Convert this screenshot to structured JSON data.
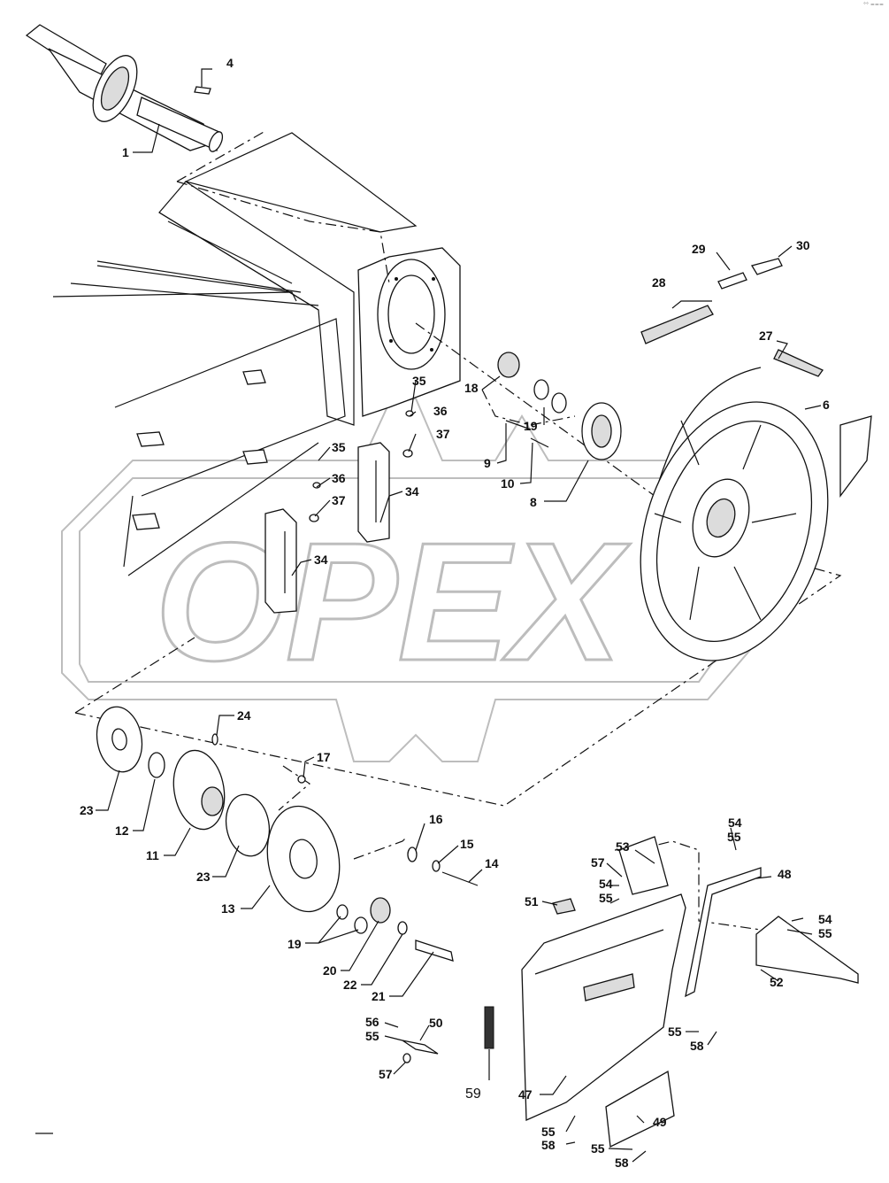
{
  "watermark": {
    "text": "OPEX"
  },
  "corner_mark": "°° ===",
  "callouts": [
    {
      "id": "c1",
      "label": "1"
    },
    {
      "id": "c4",
      "label": "4"
    },
    {
      "id": "c27",
      "label": "27"
    },
    {
      "id": "c28",
      "label": "28"
    },
    {
      "id": "c29",
      "label": "29"
    },
    {
      "id": "c30",
      "label": "30"
    },
    {
      "id": "c6",
      "label": "6"
    },
    {
      "id": "c18",
      "label": "18"
    },
    {
      "id": "c19a",
      "label": "19"
    },
    {
      "id": "c9",
      "label": "9"
    },
    {
      "id": "c10",
      "label": "10"
    },
    {
      "id": "c8",
      "label": "8"
    },
    {
      "id": "c35a",
      "label": "35"
    },
    {
      "id": "c36a",
      "label": "36"
    },
    {
      "id": "c37a",
      "label": "37"
    },
    {
      "id": "c35b",
      "label": "35"
    },
    {
      "id": "c36b",
      "label": "36"
    },
    {
      "id": "c37b",
      "label": "37"
    },
    {
      "id": "c34a",
      "label": "34"
    },
    {
      "id": "c34b",
      "label": "34"
    },
    {
      "id": "c24",
      "label": "24"
    },
    {
      "id": "c17",
      "label": "17"
    },
    {
      "id": "c23a",
      "label": "23"
    },
    {
      "id": "c12",
      "label": "12"
    },
    {
      "id": "c11",
      "label": "11"
    },
    {
      "id": "c23b",
      "label": "23"
    },
    {
      "id": "c13",
      "label": "13"
    },
    {
      "id": "c16",
      "label": "16"
    },
    {
      "id": "c15",
      "label": "15"
    },
    {
      "id": "c14",
      "label": "14"
    },
    {
      "id": "c19b",
      "label": "19"
    },
    {
      "id": "c20",
      "label": "20"
    },
    {
      "id": "c22",
      "label": "22"
    },
    {
      "id": "c21",
      "label": "21"
    },
    {
      "id": "c56",
      "label": "56"
    },
    {
      "id": "c55a",
      "label": "55"
    },
    {
      "id": "c50",
      "label": "50"
    },
    {
      "id": "c57a",
      "label": "57"
    },
    {
      "id": "c59",
      "label": "59"
    },
    {
      "id": "c53",
      "label": "53"
    },
    {
      "id": "c54a",
      "label": "54"
    },
    {
      "id": "c55b",
      "label": "55"
    },
    {
      "id": "c57b",
      "label": "57"
    },
    {
      "id": "c54b",
      "label": "54"
    },
    {
      "id": "c55c",
      "label": "55"
    },
    {
      "id": "c51",
      "label": "51"
    },
    {
      "id": "c48",
      "label": "48"
    },
    {
      "id": "c54c",
      "label": "54"
    },
    {
      "id": "c55d",
      "label": "55"
    },
    {
      "id": "c52",
      "label": "52"
    },
    {
      "id": "c55e",
      "label": "55"
    },
    {
      "id": "c58a",
      "label": "58"
    },
    {
      "id": "c47",
      "label": "47"
    },
    {
      "id": "c49",
      "label": "49"
    },
    {
      "id": "c55f",
      "label": "55"
    },
    {
      "id": "c58b",
      "label": "58"
    },
    {
      "id": "c55g",
      "label": "55"
    },
    {
      "id": "c58c",
      "label": "58"
    }
  ]
}
